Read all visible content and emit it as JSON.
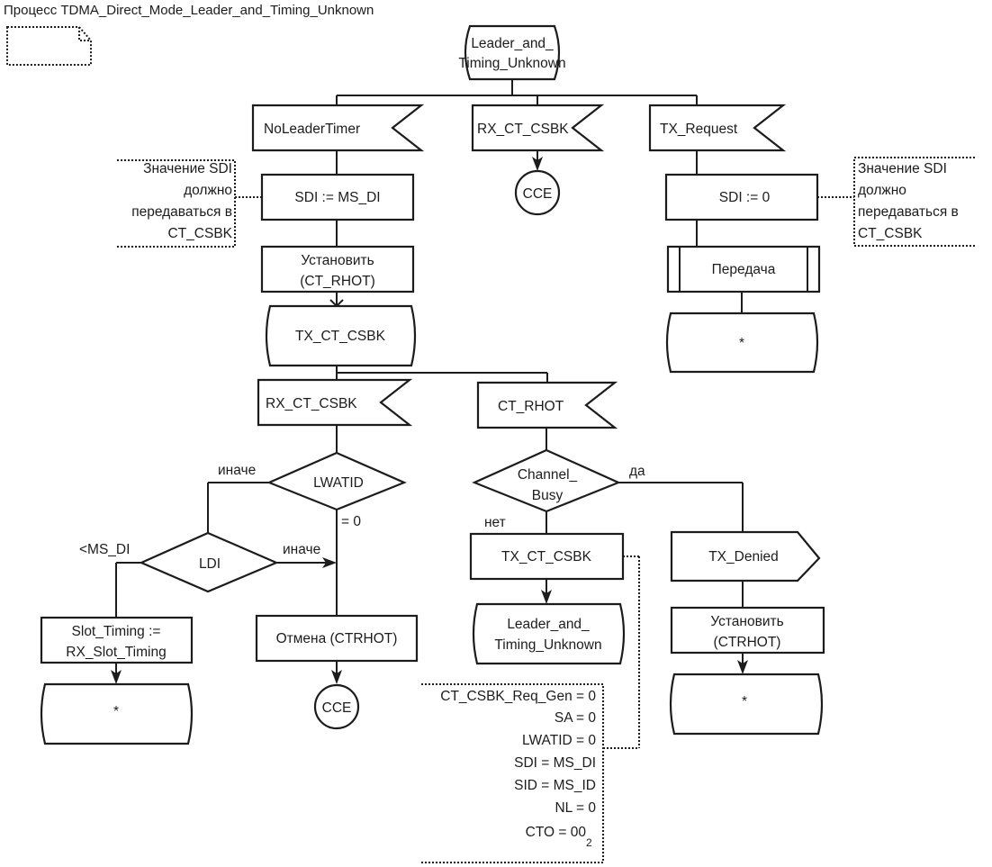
{
  "title": "Процесс TDMA_Direct_Mode_Leader_and_Timing_Unknown",
  "start_state": [
    "Leader_and_",
    "Timing_Unknown"
  ],
  "branches": {
    "no_leader_timer": {
      "input": "NoLeaderTimer",
      "task": "SDI := MS_DI",
      "comment": [
        "Значение SDI",
        "должно",
        "передаваться в",
        "CT_CSBK"
      ],
      "set_timer": [
        "Установить",
        "(CT_RHOT)"
      ],
      "output": "TX_CT_CSBK",
      "rx_input": "RX_CT_CSBK",
      "decision_lwatid": "LWATID",
      "lwatid_else": "иначе",
      "lwatid_zero": "= 0",
      "decision_ldi": "LDI",
      "ldi_less": "<MS_DI",
      "ldi_else": "иначе",
      "slot_task": [
        "Slot_Timing :=",
        "RX_Slot_Timing"
      ],
      "next_state_1": "*",
      "cancel_task": "Отмена (CTRHOT)",
      "connector_1": "CCE",
      "ct_rhot_input": "CT_RHOT",
      "decision_channel": [
        "Channel_",
        "Busy"
      ],
      "channel_yes": "да",
      "channel_no": "нет",
      "tx_output": "TX_CT_CSBK",
      "return_state": [
        "Leader_and_",
        "Timing_Unknown"
      ],
      "tx_denied": "TX_Denied",
      "set_timer_2": [
        "Установить",
        "(CTRHOT)"
      ],
      "next_state_2": "*",
      "csbk_fields": [
        "CT_CSBK_Req_Gen = 0",
        "SA = 0",
        "LWATID = 0",
        "SDI = MS_DI",
        "SID = MS_ID",
        "NL = 0",
        "CTO = 00"
      ],
      "cto_subscript": "2"
    },
    "rx_ct_csbk": {
      "input": "RX_CT_CSBK",
      "connector": "CCE"
    },
    "tx_request": {
      "input": "TX_Request",
      "task": "SDI := 0",
      "comment": [
        "Значение SDI",
        "должно",
        "передаваться в",
        "CT_CSBK"
      ],
      "procedure": "Передача",
      "next_state": "*"
    }
  }
}
